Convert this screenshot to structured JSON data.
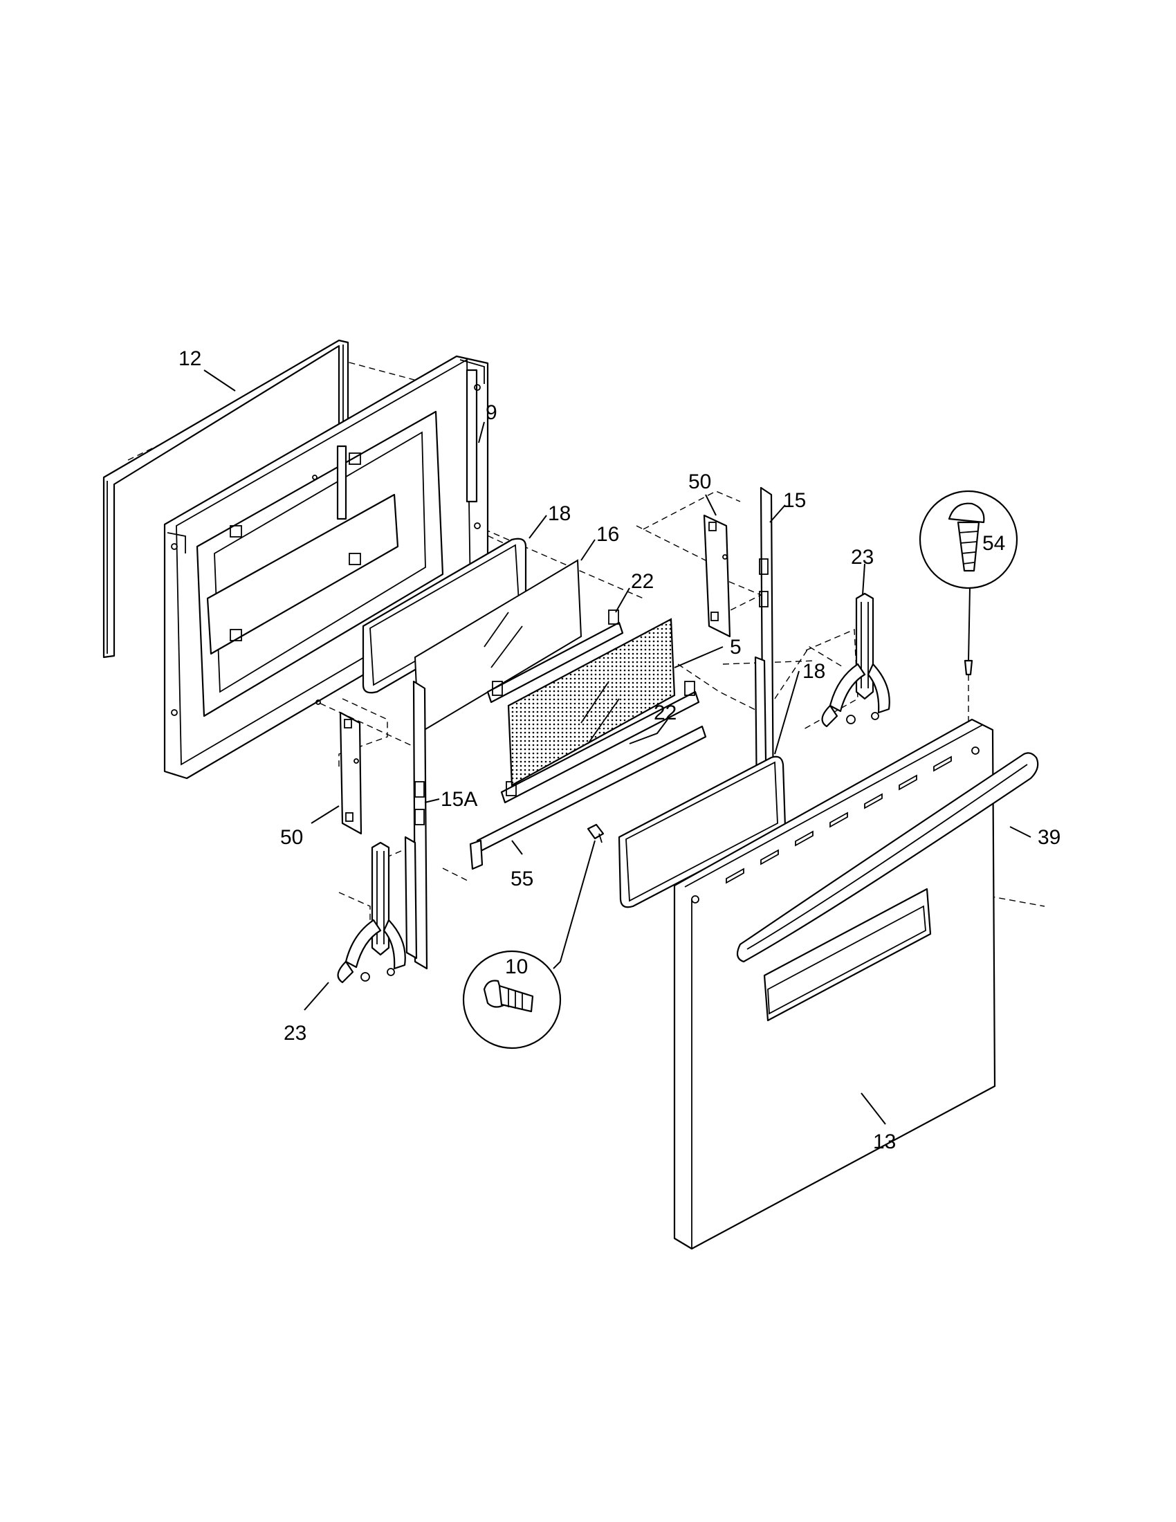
{
  "diagram": {
    "callouts": [
      {
        "id": "c12",
        "text": "12"
      },
      {
        "id": "c9",
        "text": "9"
      },
      {
        "id": "c18a",
        "text": "18"
      },
      {
        "id": "c16",
        "text": "16"
      },
      {
        "id": "c50a",
        "text": "50"
      },
      {
        "id": "c15",
        "text": "15"
      },
      {
        "id": "c23a",
        "text": "23"
      },
      {
        "id": "c54",
        "text": "54"
      },
      {
        "id": "c22a",
        "text": "22"
      },
      {
        "id": "c5",
        "text": "5"
      },
      {
        "id": "c18b",
        "text": "18"
      },
      {
        "id": "c22b",
        "text": "22"
      },
      {
        "id": "c15A",
        "text": "15A"
      },
      {
        "id": "c50b",
        "text": "50"
      },
      {
        "id": "c39",
        "text": "39"
      },
      {
        "id": "c55",
        "text": "55"
      },
      {
        "id": "c10",
        "text": "10"
      },
      {
        "id": "c23b",
        "text": "23"
      },
      {
        "id": "c13",
        "text": "13"
      }
    ]
  }
}
